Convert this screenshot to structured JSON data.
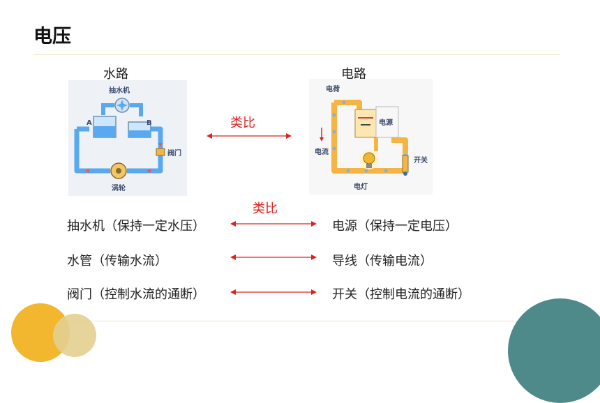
{
  "title": "电压",
  "water": {
    "heading": "水路",
    "labels": {
      "pump": "抽水机",
      "a": "A",
      "b": "B",
      "valve": "阀门",
      "turbine": "涡轮"
    }
  },
  "circuit": {
    "heading": "电路",
    "labels": {
      "charge": "电荷",
      "source": "电源",
      "switch": "开关",
      "lamp": "电灯",
      "current": "电流"
    }
  },
  "analogy_label": "类比",
  "analogy_label_2": "类比",
  "rows": [
    {
      "left": "抽水机（保持一定水压）",
      "right": "电源（保持一定电压）"
    },
    {
      "left": "水管（传输水流）",
      "right": "导线（传输电流）"
    },
    {
      "left": "阀门（控制水流的通断）",
      "right": "开关（控制电流的通断）"
    }
  ],
  "colors": {
    "accent_red": "#e02020",
    "pipe_blue": "#5aa9f0",
    "wire_orange": "#f5b545",
    "deco_yellow": "#f2b62f",
    "deco_teal": "#4f8a8b"
  }
}
